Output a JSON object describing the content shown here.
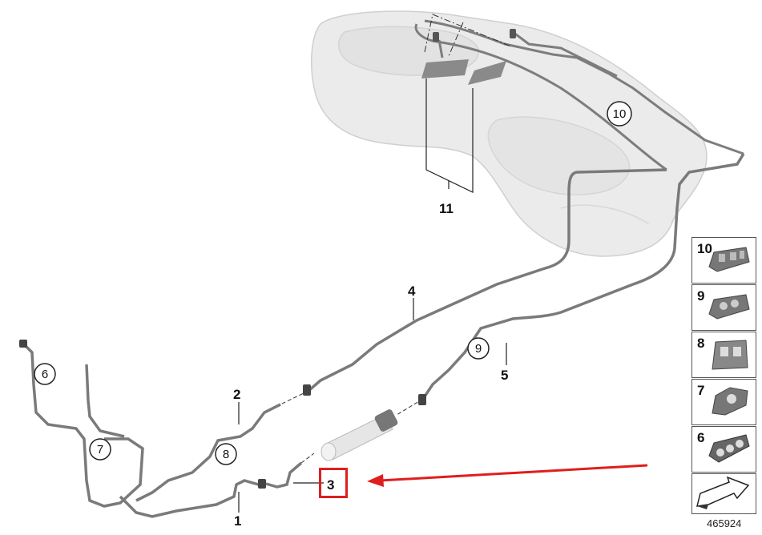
{
  "diagram": {
    "callouts": {
      "c1": "1",
      "c2": "2",
      "c3": "3",
      "c4": "4",
      "c5": "5",
      "c11": "11"
    },
    "circled_callouts": {
      "c6": "6",
      "c7": "7",
      "c8": "8",
      "c9": "9",
      "c10": "10"
    },
    "parts_panel": [
      {
        "number": "10",
        "icon": "clip-10-icon"
      },
      {
        "number": "9",
        "icon": "clip-9-icon"
      },
      {
        "number": "8",
        "icon": "clip-8-icon"
      },
      {
        "number": "7",
        "icon": "clip-7-icon"
      },
      {
        "number": "6",
        "icon": "clip-6-icon"
      }
    ],
    "drawing_number": "465924",
    "highlight_color": "#e01e1e"
  }
}
